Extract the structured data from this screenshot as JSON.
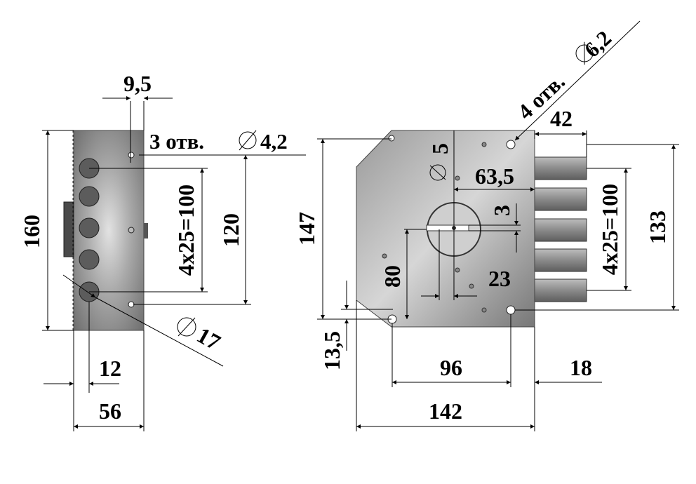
{
  "side_view": {
    "dim_width_small": "9,5",
    "holes_note": "3 отв.",
    "holes_diameter": "4,2",
    "dim_height": "160",
    "dim_pitch": "4x25=100",
    "dim_center": "120",
    "dim_bolt_diameter": "17",
    "dim_offset": "12",
    "dim_depth": "56"
  },
  "front_view": {
    "holes_note": "4 отв.",
    "holes_diameter": "6,2",
    "dim_top_width": "42",
    "dim_key_diameter": "5",
    "dim_backset": "63,5",
    "dim_height": "147",
    "dim_key_offset": "3",
    "dim_pitch": "4x25=100",
    "dim_bolt_height": "133",
    "dim_vertical_80": "80",
    "dim_23": "23",
    "dim_bottom_offset": "13,5",
    "dim_holes_spacing": "96",
    "dim_bolt_projection": "18",
    "dim_body_width": "142"
  }
}
